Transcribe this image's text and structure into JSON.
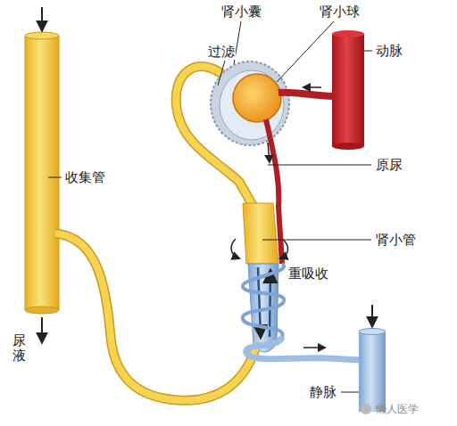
{
  "diagram": {
    "labels": [
      "肾小囊",
      "肾小球",
      "过滤",
      "动脉",
      "原尿",
      "收集管",
      "肾小管",
      "重吸收",
      "尿液",
      "静脉",
      "懒人医学"
    ]
  }
}
